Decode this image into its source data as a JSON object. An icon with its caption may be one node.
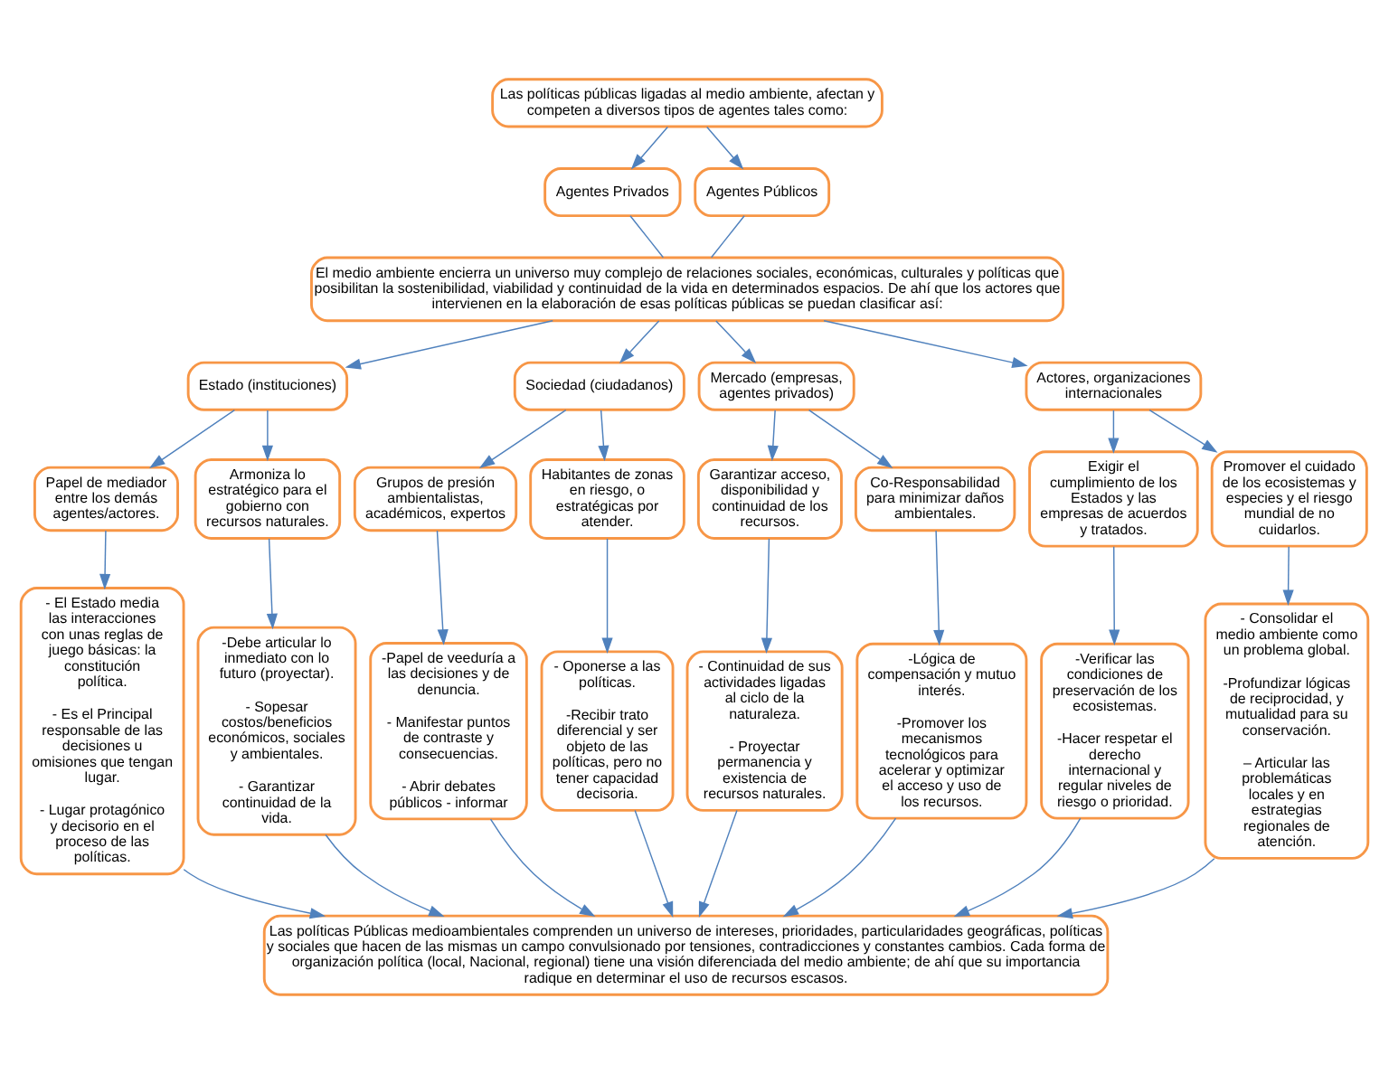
{
  "diagram": {
    "nodes": [
      {
        "text": [
          "Las políticas públicas ligadas al medio ambiente, afectan y competen a diversos tipos de agentes tales como:"
        ]
      },
      {
        "text": [
          "Agentes Privados"
        ]
      },
      {
        "text": [
          "Agentes Públicos"
        ]
      },
      {
        "text": [
          "El medio ambiente encierra un universo muy complejo de relaciones sociales, económicas, culturales y políticas que posibilitan la sostenibilidad, viabilidad y continuidad de la vida en determinados espacios. De ahí que los actores que intervienen en la elaboración de esas políticas públicas se puedan clasificar así:"
        ]
      },
      {
        "text": [
          "Estado (instituciones)"
        ]
      },
      {
        "text": [
          "Sociedad (ciudadanos)"
        ]
      },
      {
        "text": [
          "Mercado (empresas, agentes privados)"
        ]
      },
      {
        "text": [
          "Actores, organizaciones internacionales"
        ]
      },
      {
        "text": [
          "Papel de mediador entre los demás agentes/actores."
        ]
      },
      {
        "text": [
          "Armoniza lo estratégico para el gobierno con recursos naturales."
        ]
      },
      {
        "text": [
          "Grupos de presión ambientalistas, académicos, expertos"
        ]
      },
      {
        "text": [
          "Habitantes de zonas en riesgo, o estratégicas por atender."
        ]
      },
      {
        "text": [
          "Garantizar acceso, disponibilidad y continuidad de los recursos."
        ]
      },
      {
        "text": [
          "Co-Responsabilidad para minimizar daños ambientales."
        ]
      },
      {
        "text": [
          "Exigir el cumplimiento de los Estados y las empresas de acuerdos y tratados."
        ]
      },
      {
        "text": [
          "Promover el cuidado de los ecosistemas y especies y el riesgo mundial de no cuidarlos."
        ]
      },
      {
        "text": [
          "- El Estado media las interacciones con unas reglas de juego básicas: la constitución política.",
          "- Es el Principal responsable de las decisiones u omisiones que tengan lugar.",
          "- Lugar protagónico y decisorio en el proceso de las políticas."
        ]
      },
      {
        "text": [
          "-Debe articular lo inmediato con lo futuro (proyectar).",
          "- Sopesar costos/beneficios económicos, sociales y ambientales.",
          "- Garantizar continuidad de la vida."
        ]
      },
      {
        "text": [
          "-Papel de veeduría a las decisiones y de denuncia.",
          "- Manifestar puntos de contraste y consecuencias.",
          "- Abrir debates públicos - informar"
        ]
      },
      {
        "text": [
          "- Oponerse a las políticas.",
          "-Recibir trato diferencial y ser objeto de las políticas, pero no tener capacidad decisoria."
        ]
      },
      {
        "text": [
          "- Continuidad de sus actividades ligadas al ciclo de la naturaleza.",
          "- Proyectar permanencia y existencia de recursos naturales."
        ]
      },
      {
        "text": [
          "-Lógica de compensación y mutuo interés.",
          "-Promover los mecanismos tecnológicos para acelerar y optimizar el acceso y uso de los recursos."
        ]
      },
      {
        "text": [
          "-Verificar las condiciones de preservación de los ecosistemas.",
          "-Hacer respetar el derecho internacional y regular niveles de riesgo o prioridad."
        ]
      },
      {
        "text": [
          "- Consolidar el medio ambiente como un problema global.",
          "-Profundizar lógicas de reciprocidad, y mutualidad para su conservación.",
          "– Articular las problemáticas locales y en estrategias regionales de atención."
        ]
      },
      {
        "text": [
          "Las políticas Públicas medioambientales comprenden un universo de intereses, prioridades, particularidades geográficas, políticas y sociales que hacen de las mismas un campo convulsionado por tensiones, contradicciones y constantes cambios. Cada forma de organización política (local, Nacional, regional) tiene una visión diferenciada del medio ambiente; de ahí que su importancia radique en determinar el uso de recursos escasos."
        ]
      }
    ],
    "edges": [
      {
        "from": 0,
        "to": 1,
        "arrow": "to"
      },
      {
        "from": 0,
        "to": 2,
        "arrow": "to"
      },
      {
        "from": 1,
        "to": 3,
        "arrow": "none"
      },
      {
        "from": 2,
        "to": 3,
        "arrow": "none"
      },
      {
        "from": 3,
        "to": 4,
        "arrow": "to"
      },
      {
        "from": 3,
        "to": 5,
        "arrow": "to"
      },
      {
        "from": 3,
        "to": 6,
        "arrow": "to"
      },
      {
        "from": 3,
        "to": 7,
        "arrow": "to"
      },
      {
        "from": 4,
        "to": 8,
        "arrow": "to"
      },
      {
        "from": 4,
        "to": 9,
        "arrow": "to"
      },
      {
        "from": 5,
        "to": 10,
        "arrow": "to"
      },
      {
        "from": 5,
        "to": 11,
        "arrow": "to"
      },
      {
        "from": 6,
        "to": 12,
        "arrow": "to"
      },
      {
        "from": 6,
        "to": 13,
        "arrow": "to"
      },
      {
        "from": 7,
        "to": 14,
        "arrow": "to"
      },
      {
        "from": 7,
        "to": 15,
        "arrow": "to"
      },
      {
        "from": 8,
        "to": 16,
        "arrow": "to"
      },
      {
        "from": 9,
        "to": 17,
        "arrow": "to"
      },
      {
        "from": 10,
        "to": 18,
        "arrow": "to"
      },
      {
        "from": 11,
        "to": 19,
        "arrow": "to"
      },
      {
        "from": 12,
        "to": 20,
        "arrow": "to"
      },
      {
        "from": 13,
        "to": 21,
        "arrow": "to"
      },
      {
        "from": 14,
        "to": 22,
        "arrow": "to"
      },
      {
        "from": 15,
        "to": 23,
        "arrow": "to"
      },
      {
        "from": 16,
        "to": 24,
        "arrow": "to"
      },
      {
        "from": 17,
        "to": 24,
        "arrow": "to"
      },
      {
        "from": 18,
        "to": 24,
        "arrow": "to"
      },
      {
        "from": 19,
        "to": 24,
        "arrow": "to"
      },
      {
        "from": 20,
        "to": 24,
        "arrow": "to"
      },
      {
        "from": 21,
        "to": 24,
        "arrow": "to"
      },
      {
        "from": 22,
        "to": 24,
        "arrow": "to"
      },
      {
        "from": 23,
        "to": 24,
        "arrow": "to"
      }
    ]
  }
}
